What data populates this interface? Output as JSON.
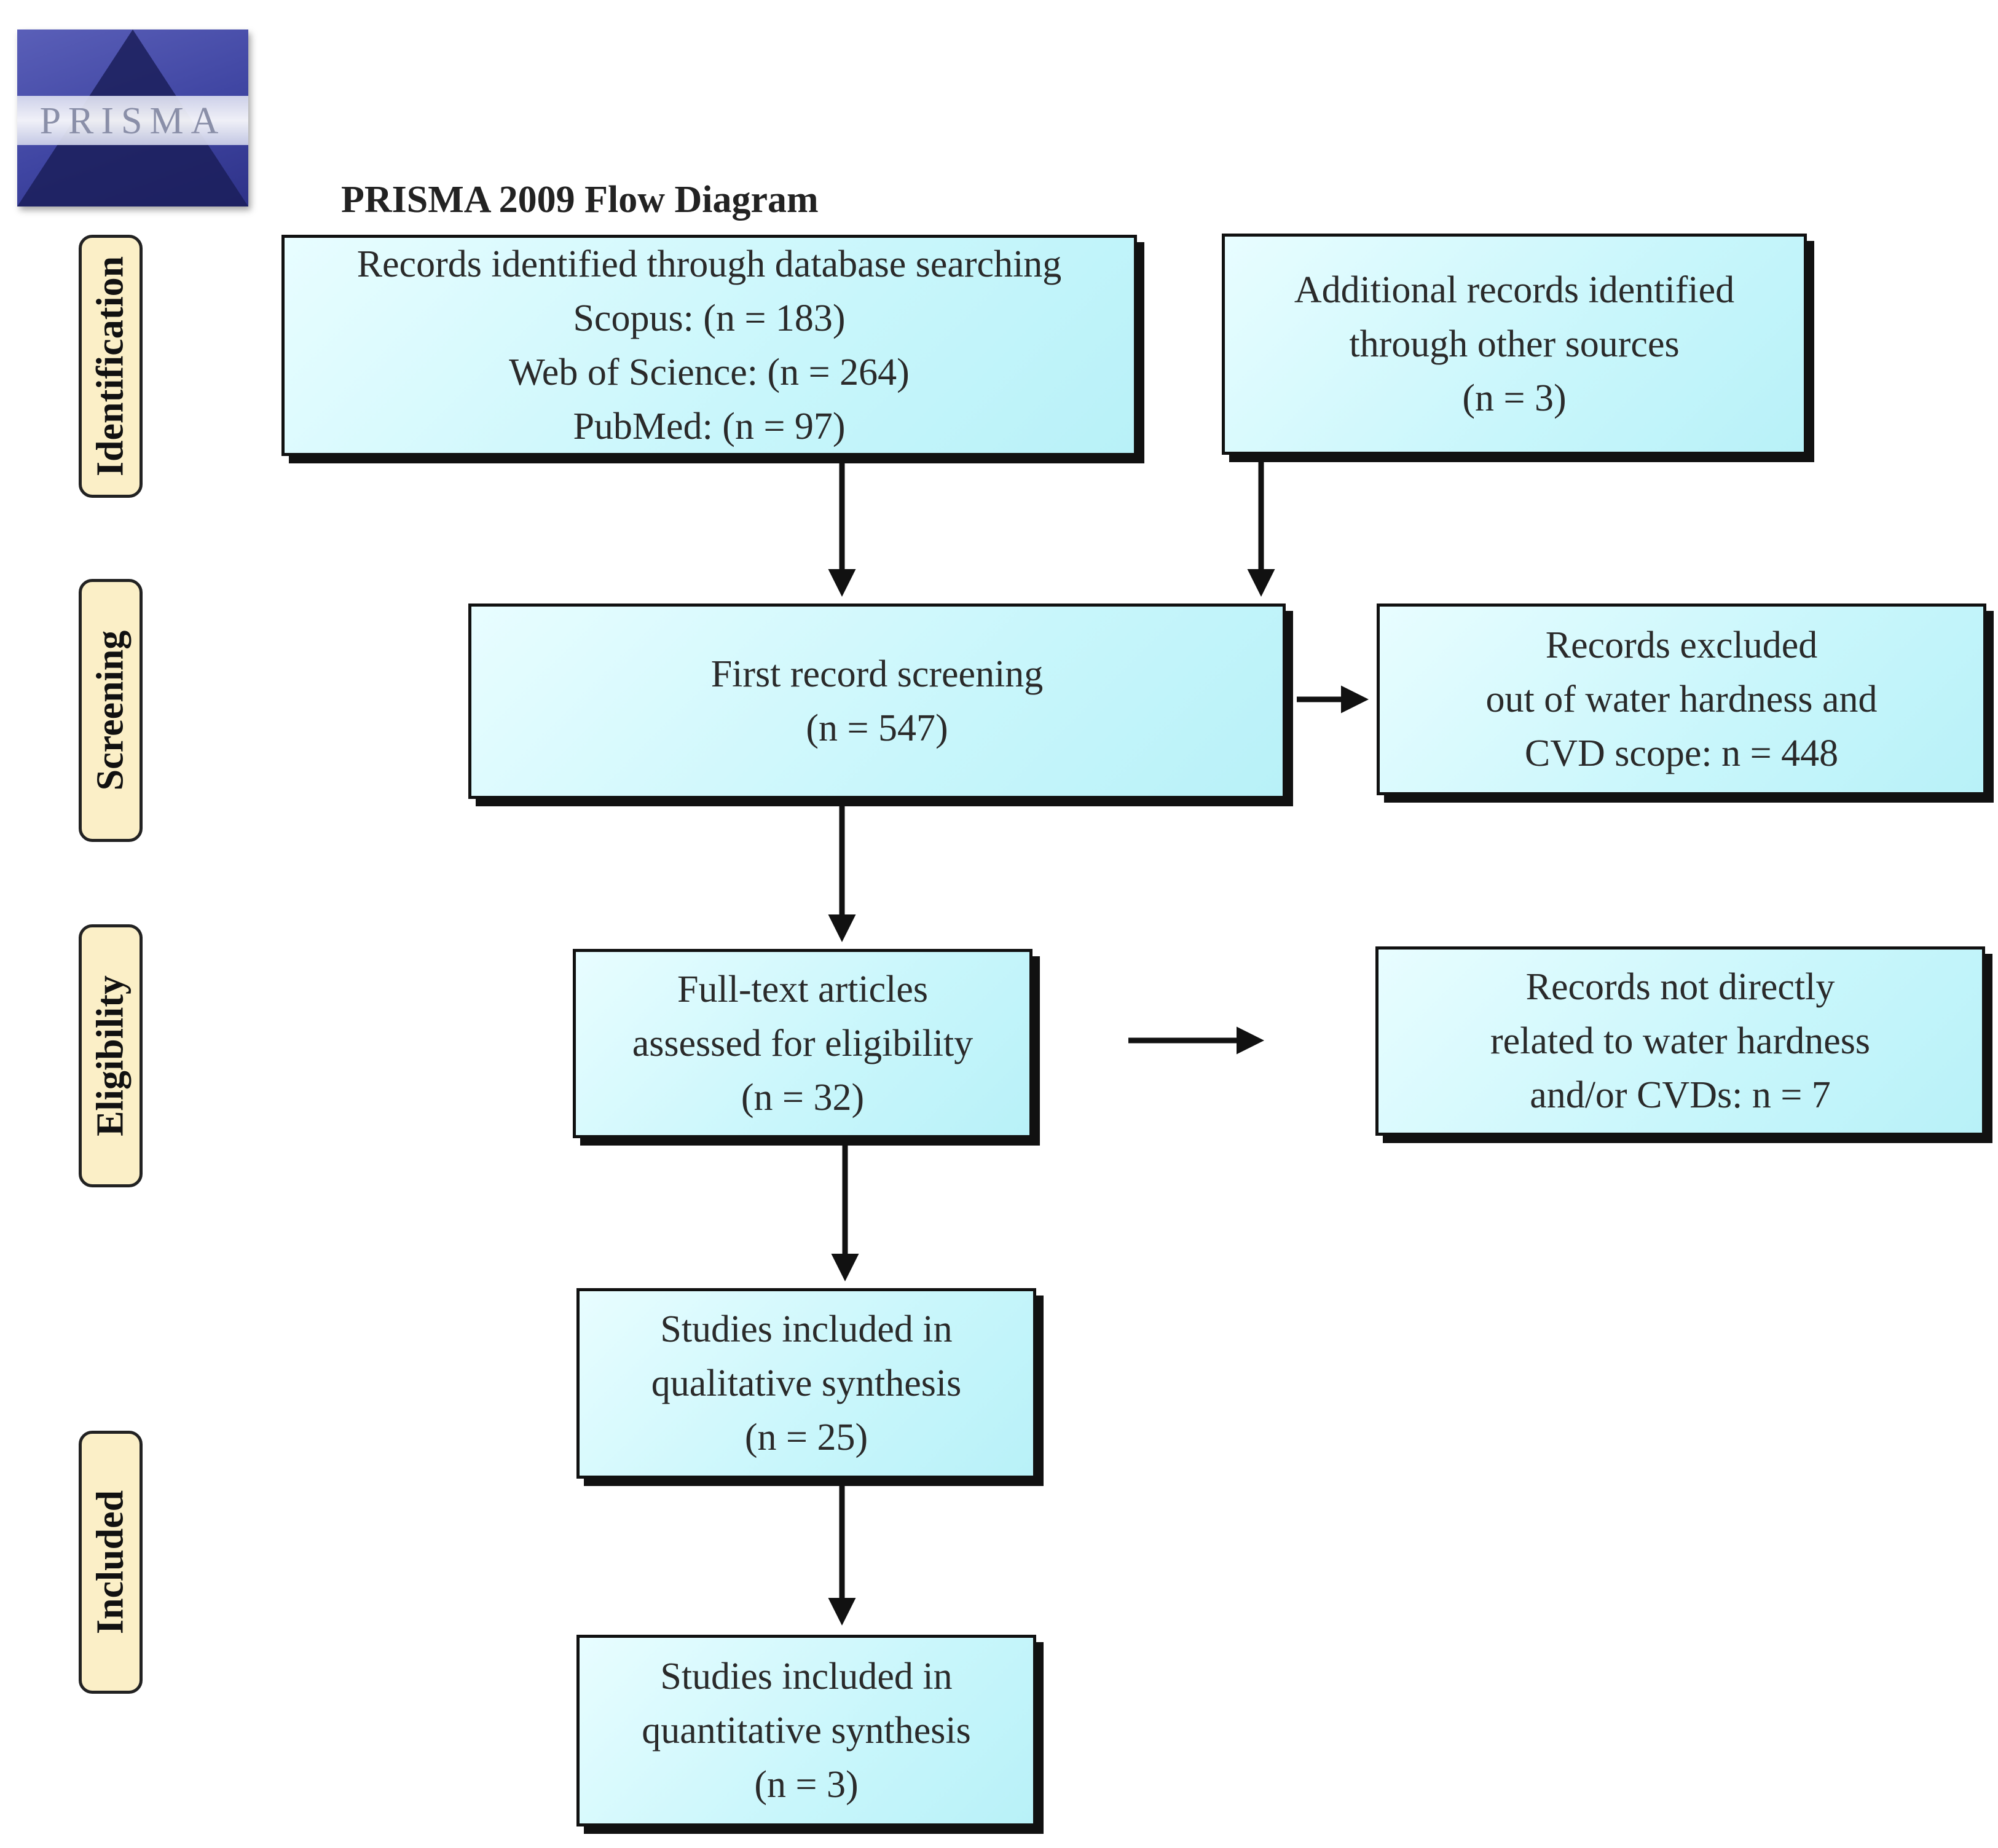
{
  "logo": {
    "text": "PRISMA"
  },
  "diagram_title": "PRISMA 2009 Flow Diagram",
  "phases": {
    "identification": "Identification",
    "screening": "Screening",
    "eligibility": "Eligibility",
    "included": "Included"
  },
  "boxes": {
    "database_search": {
      "lines": [
        "Records identified through database searching",
        "Scopus: (n = 183)",
        "Web of Science: (n = 264)",
        "PubMed: (n = 97)"
      ]
    },
    "other_sources": {
      "lines": [
        "Additional records identified",
        "through other sources",
        "(n = 3)"
      ]
    },
    "first_screening": {
      "lines": [
        "First record screening",
        "(n = 547)"
      ]
    },
    "records_excluded": {
      "lines": [
        "Records excluded",
        "out of water hardness and",
        "CVD scope: n = 448"
      ]
    },
    "fulltext_assessed": {
      "lines": [
        "Full-text articles",
        "assessed for eligibility",
        "(n = 32)"
      ]
    },
    "not_related": {
      "lines": [
        "Records not directly",
        "related to water hardness",
        "and/or CVDs: n = 7"
      ]
    },
    "qualitative": {
      "lines": [
        "Studies included in",
        "qualitative synthesis",
        "(n = 25)"
      ]
    },
    "quantitative": {
      "lines": [
        "Studies included in",
        "quantitative synthesis",
        "(n = 3)"
      ]
    }
  },
  "colors": {
    "box_fill": "#c8f6fb",
    "phase_fill": "#fbefc7",
    "line": "#111111"
  }
}
